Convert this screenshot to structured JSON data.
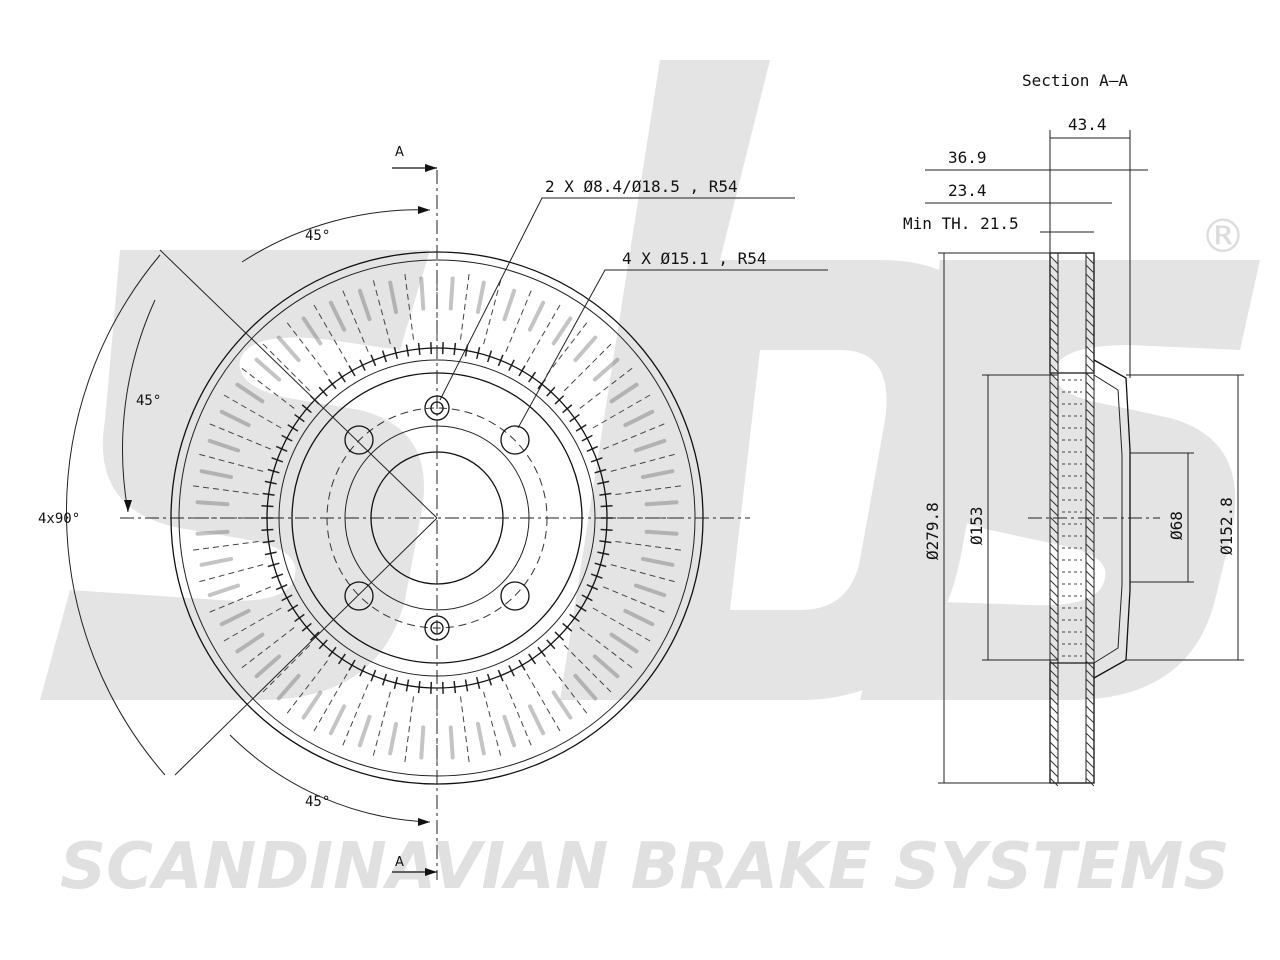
{
  "brand": {
    "tagline": "SCANDINAVIAN BRAKE SYSTEMS",
    "logo_text": "sbs",
    "registered_mark": "®",
    "logo_color": "#e4e4e4"
  },
  "section_title": "Section A–A",
  "section_markers": {
    "top": "A",
    "bottom": "A"
  },
  "front_view": {
    "angle_top": "45°",
    "angle_left": "45°",
    "angle_bottom": "45°",
    "angle_pattern": "4x90°",
    "callout_holes_small": "2 X Ø8.4/Ø18.5 , R54",
    "callout_holes_large": "4 X Ø15.1 , R54"
  },
  "section_view": {
    "thickness_total": "43.4",
    "height_hat": "36.9",
    "offset": "23.4",
    "min_thickness": "Min TH. 21.5",
    "dia_outer": "Ø279.8",
    "dia_inner": "Ø153",
    "dia_center": "Ø68",
    "dia_hat": "Ø152.8"
  },
  "colors": {
    "line": "#111111",
    "watermark": "#e0e0e0"
  }
}
